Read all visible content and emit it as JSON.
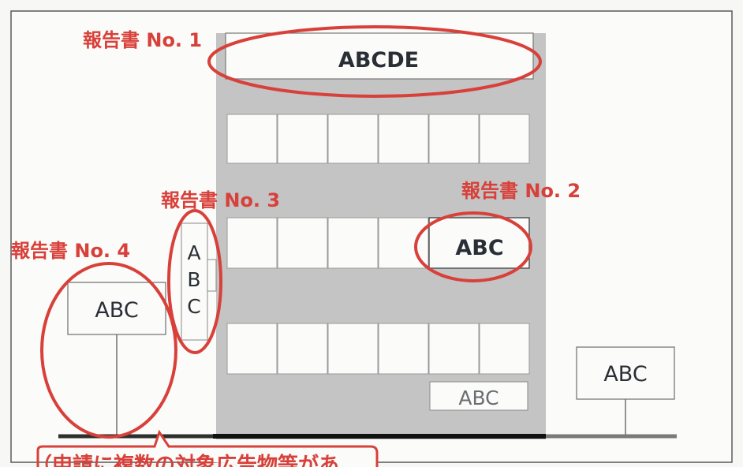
{
  "signs": {
    "roof": "ABCDE",
    "wall_right": "ABC",
    "vertical": [
      "A",
      "B",
      "C"
    ],
    "pole_left": "ABC",
    "lower_right": "ABC",
    "pole_right": "ABC"
  },
  "report_labels": {
    "no1": "報告書 No. 1",
    "no2": "報告書 No. 2",
    "no3": "報告書 No. 3",
    "no4": "報告書 No. 4"
  },
  "note": "（申請に複数の対象広告物等があ"
}
